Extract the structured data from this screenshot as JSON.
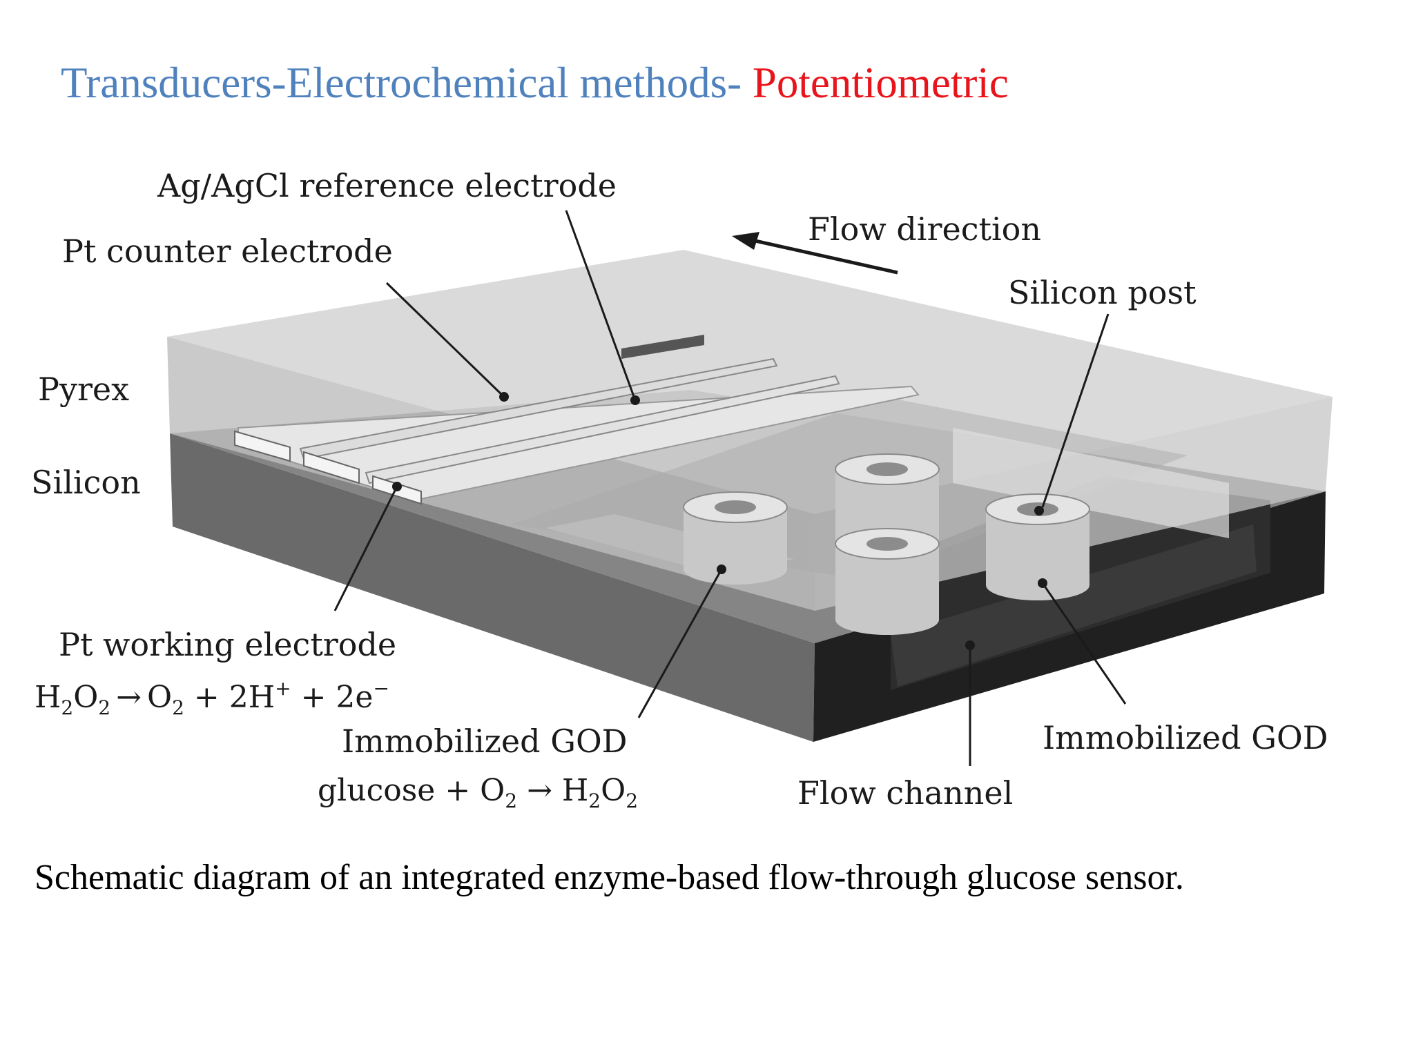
{
  "title": {
    "main": "Transducers-Electrochemical methods-",
    "accent": "Potentiometric"
  },
  "diagram": {
    "labels": {
      "ag_agcl": "Ag/AgCl reference electrode",
      "pt_counter": "Pt counter electrode",
      "flow_direction": "Flow direction",
      "silicon_post": "Silicon post",
      "pyrex": "Pyrex",
      "silicon": "Silicon",
      "pt_working": "Pt working electrode",
      "immobilized_god_left": "Immobilized GOD",
      "immobilized_god_right": "Immobilized GOD",
      "flow_channel": "Flow channel"
    },
    "equation_working": {
      "h": "H",
      "two_a": "2",
      "o": "O",
      "two_b": "2",
      "arrow": "→",
      "o2": "O",
      "two_c": "2",
      "rest_a": " + 2H",
      "plus_sup": "+",
      "rest_b": " + 2e",
      "minus_sup": "−"
    },
    "equation_god": {
      "glucose": "glucose + O",
      "two_a": "2",
      "arrow": " → H",
      "two_b": "2",
      "o": "O",
      "two_c": "2"
    }
  },
  "caption": "Schematic diagram of an integrated enzyme-based flow-through glucose sensor.",
  "colors": {
    "title_main": "#4f81bd",
    "title_accent": "#e8141b",
    "pyrex": "#cfcfcf",
    "silicon": "#6e6e6e",
    "channel": "#1a1a1a"
  }
}
